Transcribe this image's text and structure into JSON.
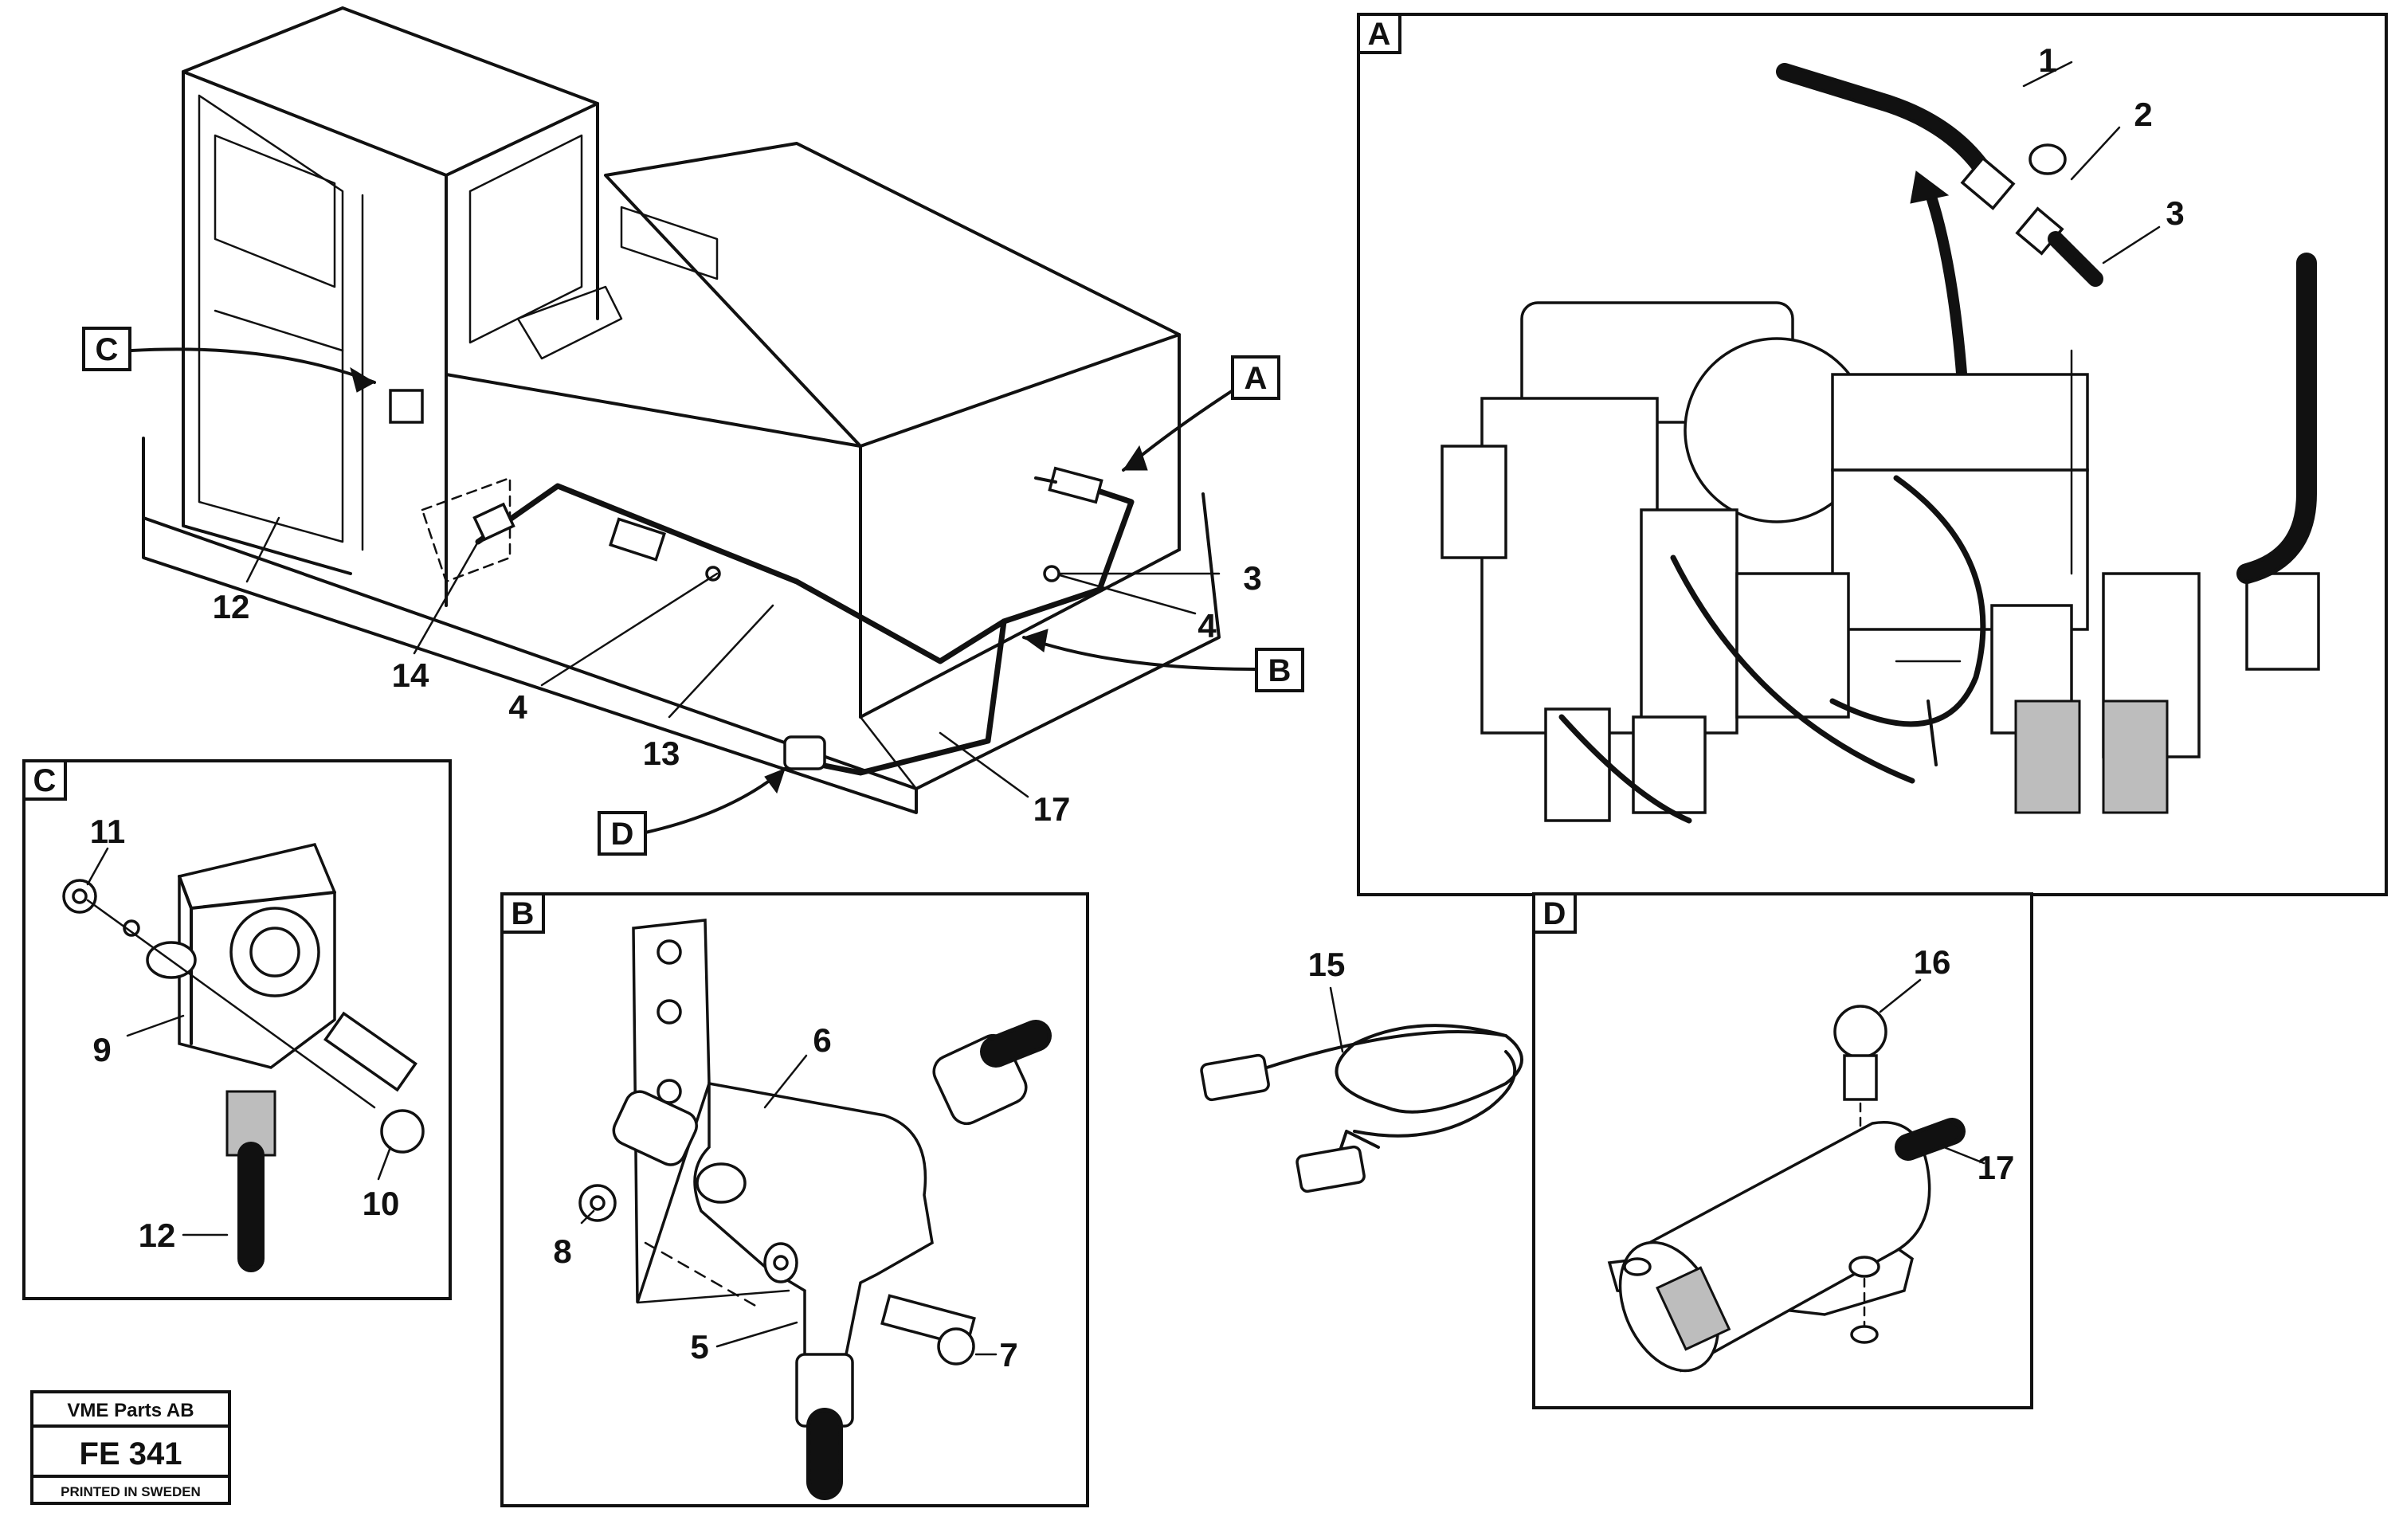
{
  "callouts": {
    "c1": "1",
    "c2": "2",
    "c3": "3",
    "c3b": "3",
    "c4a": "4",
    "c4b": "4",
    "c5": "5",
    "c6": "6",
    "c7": "7",
    "c8": "8",
    "c9": "9",
    "c10": "10",
    "c11": "11",
    "c12a": "12",
    "c12b": "12",
    "c13": "13",
    "c14": "14",
    "c15": "15",
    "c16": "16",
    "c17a": "17",
    "c17b": "17"
  },
  "detail_refs": {
    "a_main": "A",
    "b_main": "B",
    "c_main": "C",
    "d_main": "D",
    "a_panel": "A",
    "b_panel": "B",
    "c_panel": "C",
    "d_panel": "D"
  },
  "title_block": {
    "company": "VME Parts AB",
    "code": "FE 341",
    "printed": "PRINTED IN SWEDEN"
  }
}
